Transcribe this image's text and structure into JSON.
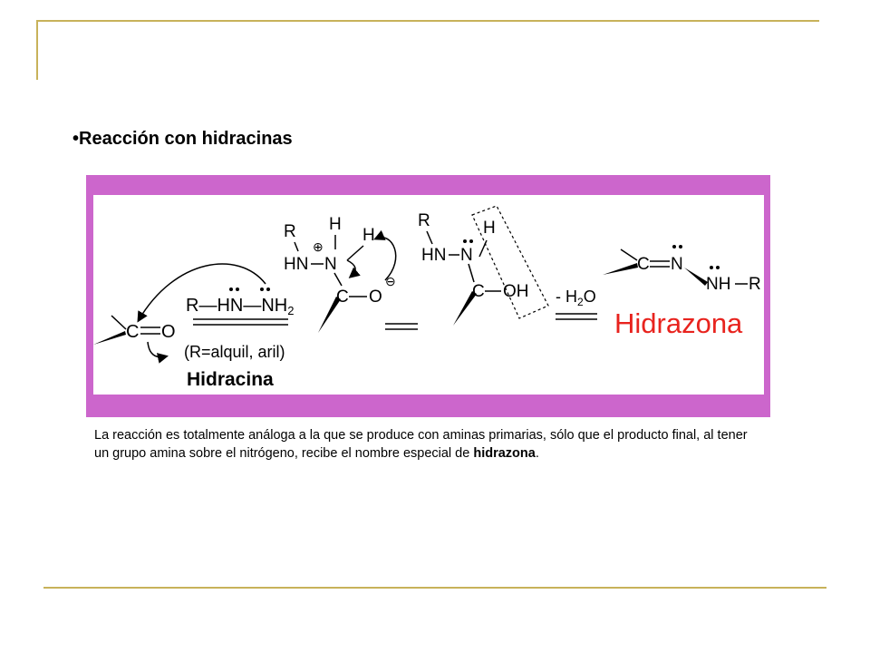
{
  "heading": {
    "bullet": "•",
    "text": "Reacción con hidracinas"
  },
  "figure": {
    "reagent_formula": [
      "R",
      "—HN—NH",
      "2"
    ],
    "reagent_note": "(R=alquil, aril)",
    "reagent_name": "Hidracina",
    "intermediate1": {
      "r": "R",
      "h_top": "H",
      "h_side": "H",
      "hn": "HN",
      "n": "N",
      "c": "C",
      "o": "O"
    },
    "intermediate2": {
      "r": "R",
      "h": "H",
      "hn": "HN",
      "n": "N",
      "c": "C",
      "oh": "OH"
    },
    "water_loss": [
      "- H",
      "2",
      "O"
    ],
    "product": {
      "c": "C",
      "n": "N",
      "nh": "NH",
      "r": "R"
    },
    "product_name": "Hidrazona",
    "carbonyl": {
      "c": "C",
      "o": "O"
    },
    "colors": {
      "frame": "#cc66cc",
      "product_name": "#e8231e",
      "rule": "#c8b25a"
    }
  },
  "caption": {
    "text": "La reacción es totalmente análoga a la que se produce con aminas primarias, sólo que el producto final, al tener un grupo amina sobre el nitrógeno, recibe el nombre especial de ",
    "bold": "hidrazona",
    "end": "."
  }
}
